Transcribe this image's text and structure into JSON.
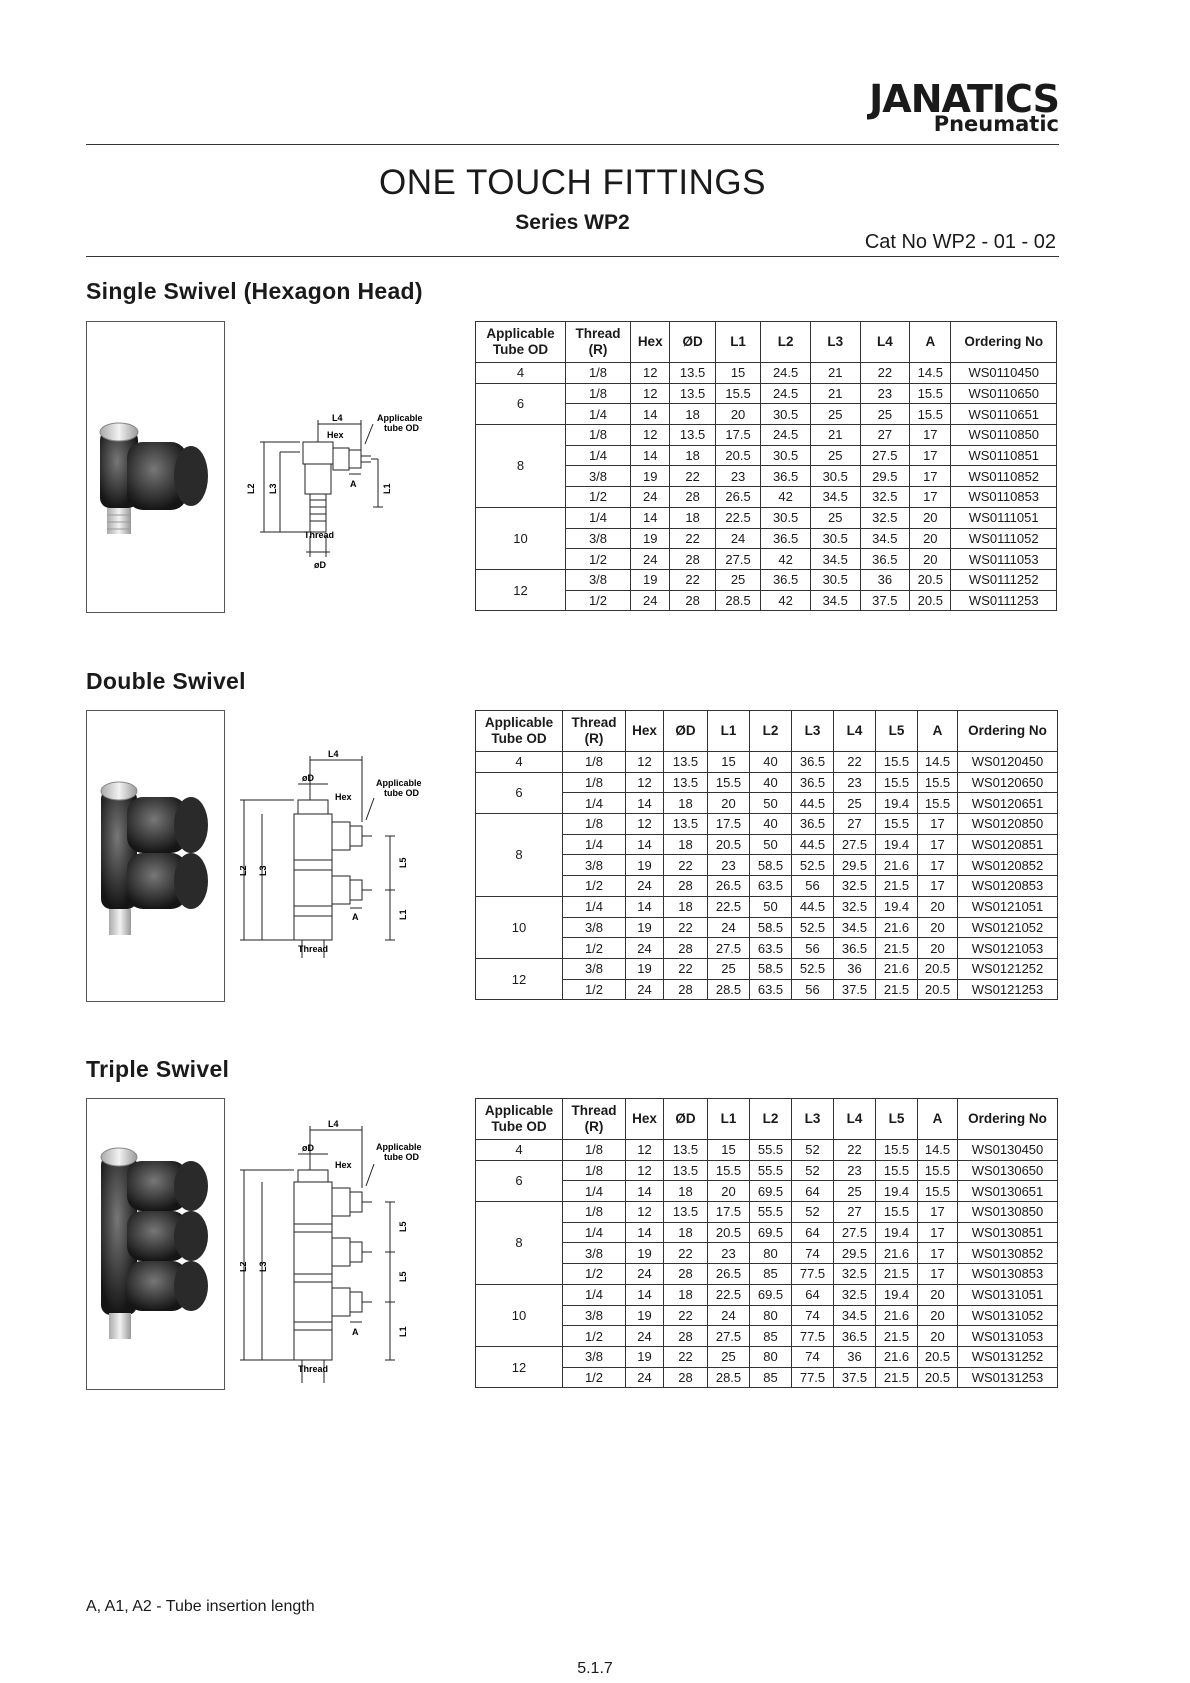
{
  "brand": {
    "name": "JANATICS",
    "sub": "Pneumatic"
  },
  "header": {
    "title": "ONE TOUCH FITTINGS",
    "series": "Series WP2",
    "cat_no": "Cat No WP2 - 01 - 02"
  },
  "sections": [
    {
      "title": "Single Swivel (Hexagon Head)",
      "headers": [
        "Applicable Tube OD",
        "Thread (R)",
        "Hex",
        "ØD",
        "L1",
        "L2",
        "L3",
        "L4",
        "A",
        "Ordering No"
      ],
      "drawing_labels": {
        "l4": "L4",
        "hex": "Hex",
        "applicable": "Applicable",
        "tube_od": "tube OD",
        "l2": "L2",
        "l3": "L3",
        "l1": "L1",
        "a": "A",
        "thread": "Thread",
        "od": "øD"
      },
      "groups": [
        {
          "od": "4",
          "rows": [
            [
              "1/8",
              "12",
              "13.5",
              "15",
              "24.5",
              "21",
              "22",
              "14.5",
              "WS0110450"
            ]
          ]
        },
        {
          "od": "6",
          "rows": [
            [
              "1/8",
              "12",
              "13.5",
              "15.5",
              "24.5",
              "21",
              "23",
              "15.5",
              "WS0110650"
            ],
            [
              "1/4",
              "14",
              "18",
              "20",
              "30.5",
              "25",
              "25",
              "15.5",
              "WS0110651"
            ]
          ]
        },
        {
          "od": "8",
          "rows": [
            [
              "1/8",
              "12",
              "13.5",
              "17.5",
              "24.5",
              "21",
              "27",
              "17",
              "WS0110850"
            ],
            [
              "1/4",
              "14",
              "18",
              "20.5",
              "30.5",
              "25",
              "27.5",
              "17",
              "WS0110851"
            ],
            [
              "3/8",
              "19",
              "22",
              "23",
              "36.5",
              "30.5",
              "29.5",
              "17",
              "WS0110852"
            ],
            [
              "1/2",
              "24",
              "28",
              "26.5",
              "42",
              "34.5",
              "32.5",
              "17",
              "WS0110853"
            ]
          ]
        },
        {
          "od": "10",
          "rows": [
            [
              "1/4",
              "14",
              "18",
              "22.5",
              "30.5",
              "25",
              "32.5",
              "20",
              "WS0111051"
            ],
            [
              "3/8",
              "19",
              "22",
              "24",
              "36.5",
              "30.5",
              "34.5",
              "20",
              "WS0111052"
            ],
            [
              "1/2",
              "24",
              "28",
              "27.5",
              "42",
              "34.5",
              "36.5",
              "20",
              "WS0111053"
            ]
          ]
        },
        {
          "od": "12",
          "rows": [
            [
              "3/8",
              "19",
              "22",
              "25",
              "36.5",
              "30.5",
              "36",
              "20.5",
              "WS0111252"
            ],
            [
              "1/2",
              "24",
              "28",
              "28.5",
              "42",
              "34.5",
              "37.5",
              "20.5",
              "WS0111253"
            ]
          ]
        }
      ]
    },
    {
      "title": "Double Swivel",
      "headers": [
        "Applicable Tube OD",
        "Thread (R)",
        "Hex",
        "ØD",
        "L1",
        "L2",
        "L3",
        "L4",
        "L5",
        "A",
        "Ordering No"
      ],
      "drawing_labels": {
        "l4": "L4",
        "od": "øD",
        "hex": "Hex",
        "applicable": "Applicable",
        "tube_od": "tube OD",
        "l2": "L2",
        "l3": "L3",
        "l5": "L5",
        "l1": "L1",
        "a": "A",
        "thread": "Thread"
      },
      "groups": [
        {
          "od": "4",
          "rows": [
            [
              "1/8",
              "12",
              "13.5",
              "15",
              "40",
              "36.5",
              "22",
              "15.5",
              "14.5",
              "WS0120450"
            ]
          ]
        },
        {
          "od": "6",
          "rows": [
            [
              "1/8",
              "12",
              "13.5",
              "15.5",
              "40",
              "36.5",
              "23",
              "15.5",
              "15.5",
              "WS0120650"
            ],
            [
              "1/4",
              "14",
              "18",
              "20",
              "50",
              "44.5",
              "25",
              "19.4",
              "15.5",
              "WS0120651"
            ]
          ]
        },
        {
          "od": "8",
          "rows": [
            [
              "1/8",
              "12",
              "13.5",
              "17.5",
              "40",
              "36.5",
              "27",
              "15.5",
              "17",
              "WS0120850"
            ],
            [
              "1/4",
              "14",
              "18",
              "20.5",
              "50",
              "44.5",
              "27.5",
              "19.4",
              "17",
              "WS0120851"
            ],
            [
              "3/8",
              "19",
              "22",
              "23",
              "58.5",
              "52.5",
              "29.5",
              "21.6",
              "17",
              "WS0120852"
            ],
            [
              "1/2",
              "24",
              "28",
              "26.5",
              "63.5",
              "56",
              "32.5",
              "21.5",
              "17",
              "WS0120853"
            ]
          ]
        },
        {
          "od": "10",
          "rows": [
            [
              "1/4",
              "14",
              "18",
              "22.5",
              "50",
              "44.5",
              "32.5",
              "19.4",
              "20",
              "WS0121051"
            ],
            [
              "3/8",
              "19",
              "22",
              "24",
              "58.5",
              "52.5",
              "34.5",
              "21.6",
              "20",
              "WS0121052"
            ],
            [
              "1/2",
              "24",
              "28",
              "27.5",
              "63.5",
              "56",
              "36.5",
              "21.5",
              "20",
              "WS0121053"
            ]
          ]
        },
        {
          "od": "12",
          "rows": [
            [
              "3/8",
              "19",
              "22",
              "25",
              "58.5",
              "52.5",
              "36",
              "21.6",
              "20.5",
              "WS0121252"
            ],
            [
              "1/2",
              "24",
              "28",
              "28.5",
              "63.5",
              "56",
              "37.5",
              "21.5",
              "20.5",
              "WS0121253"
            ]
          ]
        }
      ]
    },
    {
      "title": "Triple Swivel",
      "headers": [
        "Applicable Tube OD",
        "Thread (R)",
        "Hex",
        "ØD",
        "L1",
        "L2",
        "L3",
        "L4",
        "L5",
        "A",
        "Ordering No"
      ],
      "drawing_labels": {
        "l4": "L4",
        "od": "øD",
        "hex": "Hex",
        "applicable": "Applicable",
        "tube_od": "tube OD",
        "l2": "L2",
        "l3": "L3",
        "l5": "L5",
        "l5b": "L5",
        "l1": "L1",
        "a": "A",
        "thread": "Thread"
      },
      "groups": [
        {
          "od": "4",
          "rows": [
            [
              "1/8",
              "12",
              "13.5",
              "15",
              "55.5",
              "52",
              "22",
              "15.5",
              "14.5",
              "WS0130450"
            ]
          ]
        },
        {
          "od": "6",
          "rows": [
            [
              "1/8",
              "12",
              "13.5",
              "15.5",
              "55.5",
              "52",
              "23",
              "15.5",
              "15.5",
              "WS0130650"
            ],
            [
              "1/4",
              "14",
              "18",
              "20",
              "69.5",
              "64",
              "25",
              "19.4",
              "15.5",
              "WS0130651"
            ]
          ]
        },
        {
          "od": "8",
          "rows": [
            [
              "1/8",
              "12",
              "13.5",
              "17.5",
              "55.5",
              "52",
              "27",
              "15.5",
              "17",
              "WS0130850"
            ],
            [
              "1/4",
              "14",
              "18",
              "20.5",
              "69.5",
              "64",
              "27.5",
              "19.4",
              "17",
              "WS0130851"
            ],
            [
              "3/8",
              "19",
              "22",
              "23",
              "80",
              "74",
              "29.5",
              "21.6",
              "17",
              "WS0130852"
            ],
            [
              "1/2",
              "24",
              "28",
              "26.5",
              "85",
              "77.5",
              "32.5",
              "21.5",
              "17",
              "WS0130853"
            ]
          ]
        },
        {
          "od": "10",
          "rows": [
            [
              "1/4",
              "14",
              "18",
              "22.5",
              "69.5",
              "64",
              "32.5",
              "19.4",
              "20",
              "WS0131051"
            ],
            [
              "3/8",
              "19",
              "22",
              "24",
              "80",
              "74",
              "34.5",
              "21.6",
              "20",
              "WS0131052"
            ],
            [
              "1/2",
              "24",
              "28",
              "27.5",
              "85",
              "77.5",
              "36.5",
              "21.5",
              "20",
              "WS0131053"
            ]
          ]
        },
        {
          "od": "12",
          "rows": [
            [
              "3/8",
              "19",
              "22",
              "25",
              "80",
              "74",
              "36",
              "21.6",
              "20.5",
              "WS0131252"
            ],
            [
              "1/2",
              "24",
              "28",
              "28.5",
              "85",
              "77.5",
              "37.5",
              "21.5",
              "20.5",
              "WS0131253"
            ]
          ]
        }
      ]
    }
  ],
  "footnote": "A, A1, A2 - Tube insertion length",
  "page_number": "5.1.7"
}
